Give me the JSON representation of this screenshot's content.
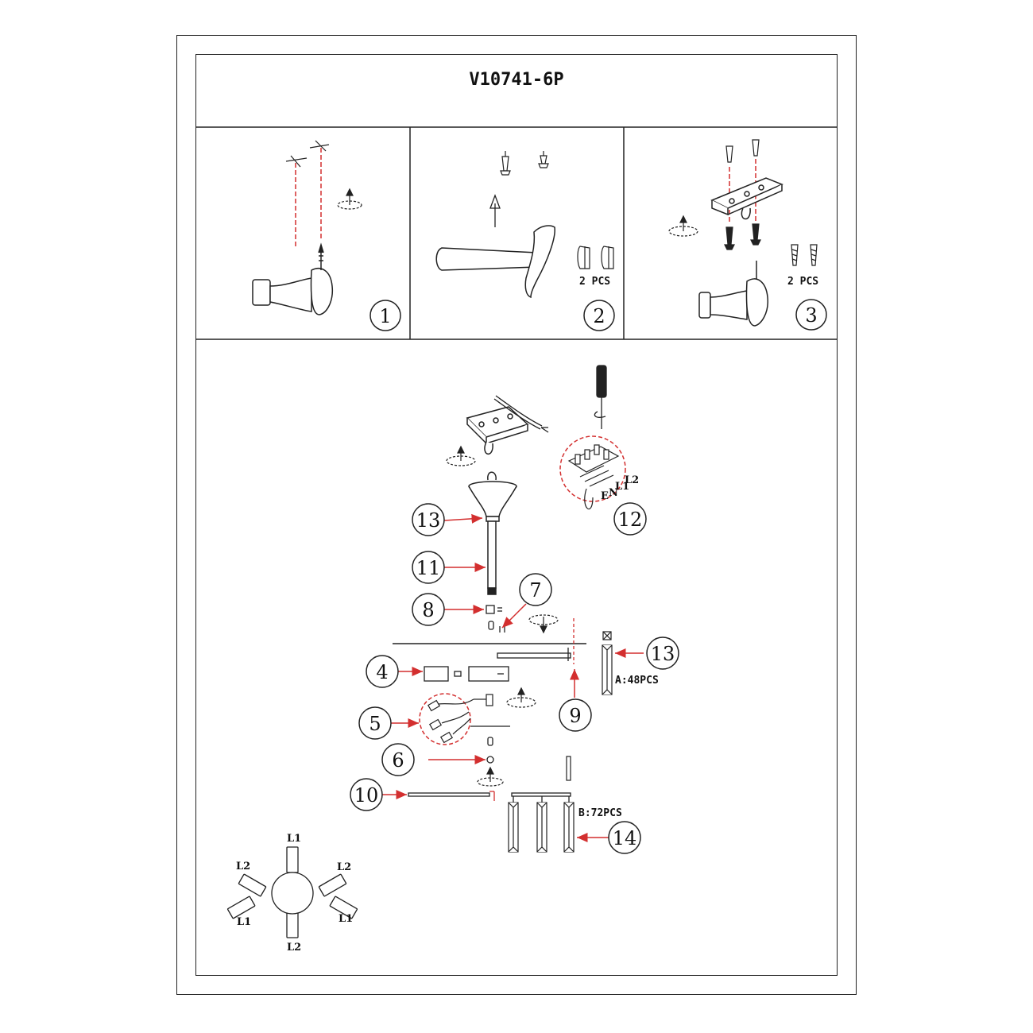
{
  "model_code": "V10741-6P",
  "steps": {
    "step1": {
      "number": "1"
    },
    "step2": {
      "number": "2",
      "quantity": "2 PCS"
    },
    "step3": {
      "number": "3",
      "quantity": "2 PCS"
    }
  },
  "callouts": {
    "c13_top": "13",
    "c12": "12",
    "c11": "11",
    "c8": "8",
    "c7": "7",
    "c13_right": "13",
    "c4": "4",
    "c9": "9",
    "c5": "5",
    "c6": "6",
    "c10": "10",
    "c14": "14"
  },
  "parts": {
    "crystal_a": "A:48PCS",
    "crystal_b": "B:72PCS"
  },
  "wiring": {
    "top": "L1",
    "top_left": "L2",
    "top_right": "L2",
    "bottom_left": "L1",
    "bottom_right": "L1",
    "bottom": "L2",
    "terminal_l1": "L1",
    "terminal_l2": "L2",
    "terminal_n": "N",
    "terminal_e": "E"
  },
  "colors": {
    "line": "#222222",
    "accent": "#d32f2f"
  }
}
